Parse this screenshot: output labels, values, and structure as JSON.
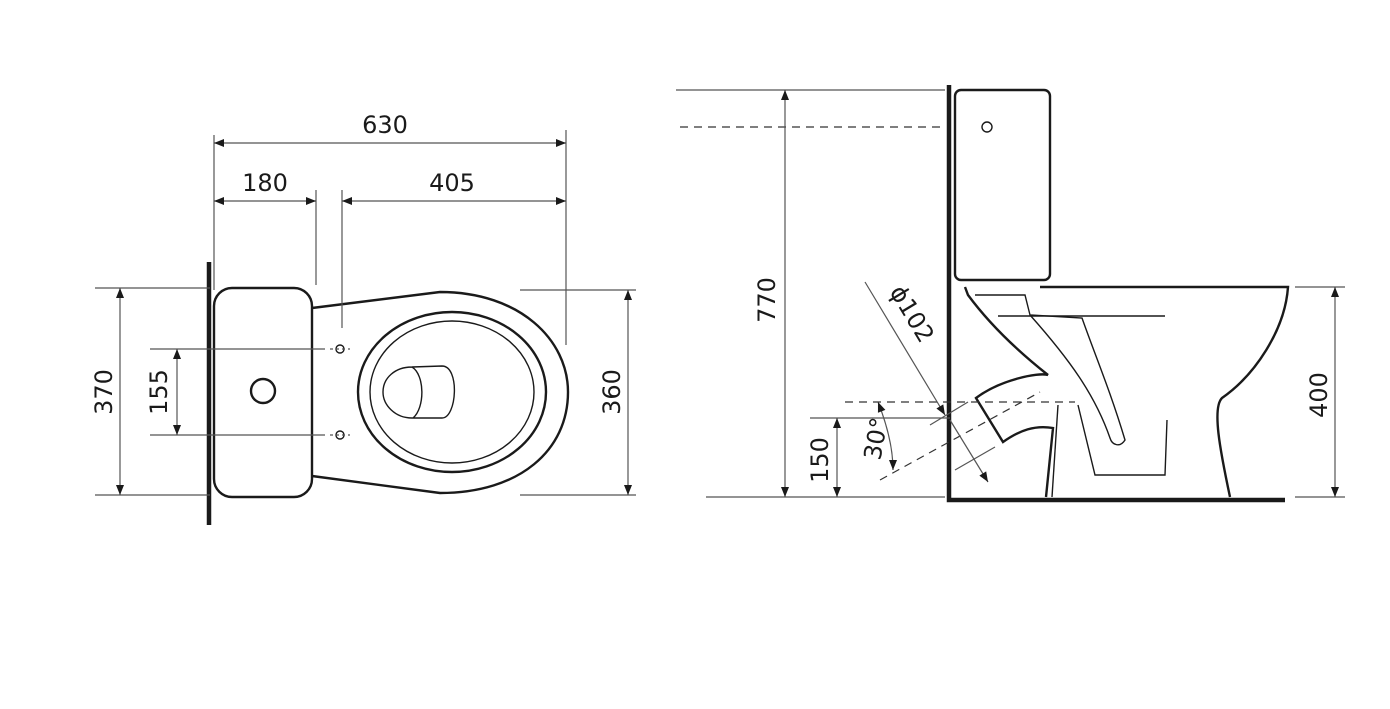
{
  "drawing": {
    "top_view": {
      "overall_length": "630",
      "tank_to_bolts": "180",
      "bolts_to_front": "405",
      "tank_width": "370",
      "bolt_spacing": "155",
      "bowl_width": "360"
    },
    "side_view": {
      "total_height": "770",
      "seat_height": "400",
      "outlet_height": "150",
      "outlet_angle": "30°",
      "outlet_diameter": "ϕ102"
    }
  }
}
